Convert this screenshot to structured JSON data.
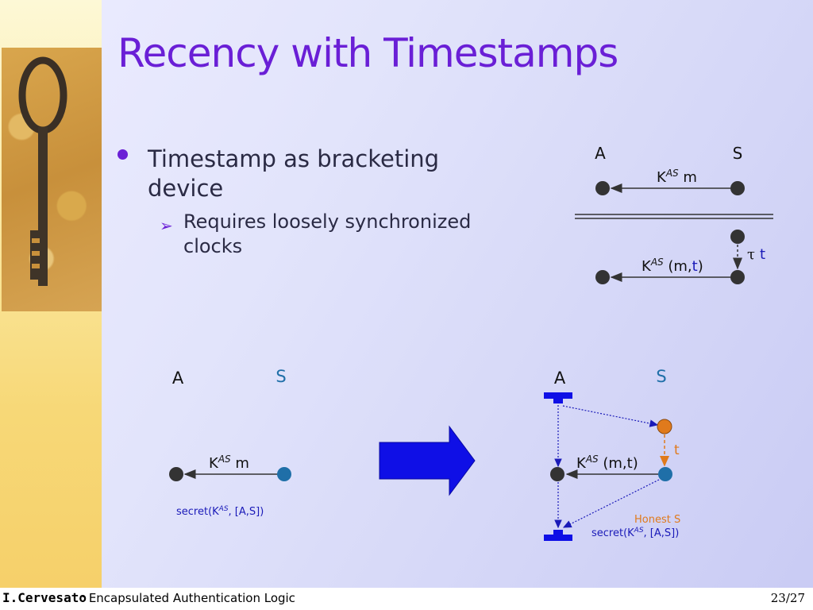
{
  "slide": {
    "title": "Recency with Timestamps",
    "bullet": "Timestamp as bracketing device",
    "sub_bullet": "Requires loosely synchronized clocks"
  },
  "top_diagram": {
    "label_a": "A",
    "label_s": "S",
    "msg1_key": "K",
    "msg1_sup": "AS",
    "msg1_body": " m",
    "tau": "τ",
    "t_label": "t",
    "msg2_key": "K",
    "msg2_sup": "AS",
    "msg2_open": " (m,",
    "msg2_t": "t",
    "msg2_close": ")"
  },
  "left_diagram": {
    "label_a": "A",
    "label_s": "S",
    "msg_key": "K",
    "msg_sup": "AS",
    "msg_body": " m",
    "secret_pre": "secret(K",
    "secret_sup": "AS",
    "secret_post": ", [A,S])"
  },
  "right_diagram": {
    "label_a": "A",
    "label_s": "S",
    "t_label": "t",
    "msg_key": "K",
    "msg_sup": "AS",
    "msg_body": " (m,t)",
    "honest": "Honest S",
    "secret_pre": "secret(K",
    "secret_sup": "AS",
    "secret_post": ", [A,S])"
  },
  "footer": {
    "author": "I.Cervesato",
    "subject": ": Encapsulated Authentication Logic",
    "page": "23/27"
  },
  "colors": {
    "title": "#6a1fd6",
    "agent_node": "#333333",
    "server_node": "#1f6fa8",
    "honest_node": "#e07a1c",
    "blue_text": "#1a1ab8",
    "arrow_fill": "#0f0fe6"
  }
}
